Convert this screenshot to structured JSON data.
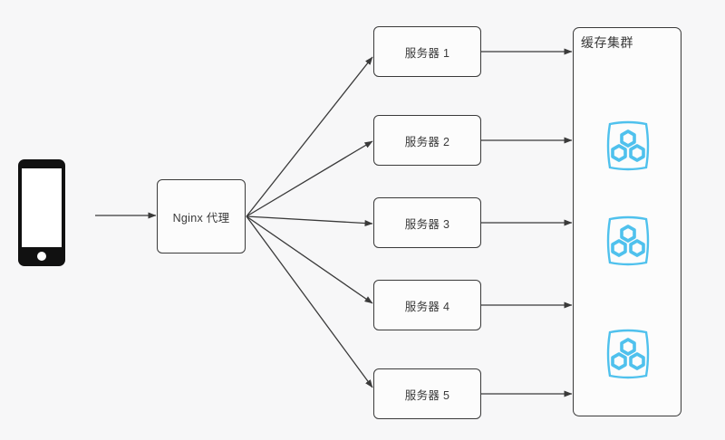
{
  "diagram": {
    "type": "architecture-flow",
    "background_color": "#f7f7f8",
    "line_color": "#3a3a3a",
    "accent_color": "#4fc1ed",
    "client": {
      "icon": "mobile-phone-icon",
      "label": ""
    },
    "proxy": {
      "label": "Nginx 代理"
    },
    "servers": [
      {
        "label": "服务器 1"
      },
      {
        "label": "服务器 2"
      },
      {
        "label": "服务器 3"
      },
      {
        "label": "服务器 4"
      },
      {
        "label": "服务器 5"
      }
    ],
    "cache_cluster": {
      "title": "缓存集群",
      "nodes": [
        {
          "icon": "cache-hexagon-cluster-icon"
        },
        {
          "icon": "cache-hexagon-cluster-icon"
        },
        {
          "icon": "cache-hexagon-cluster-icon"
        }
      ]
    },
    "edges": {
      "client_to_proxy": 1,
      "proxy_to_servers": 5,
      "servers_to_cache": 5
    }
  }
}
